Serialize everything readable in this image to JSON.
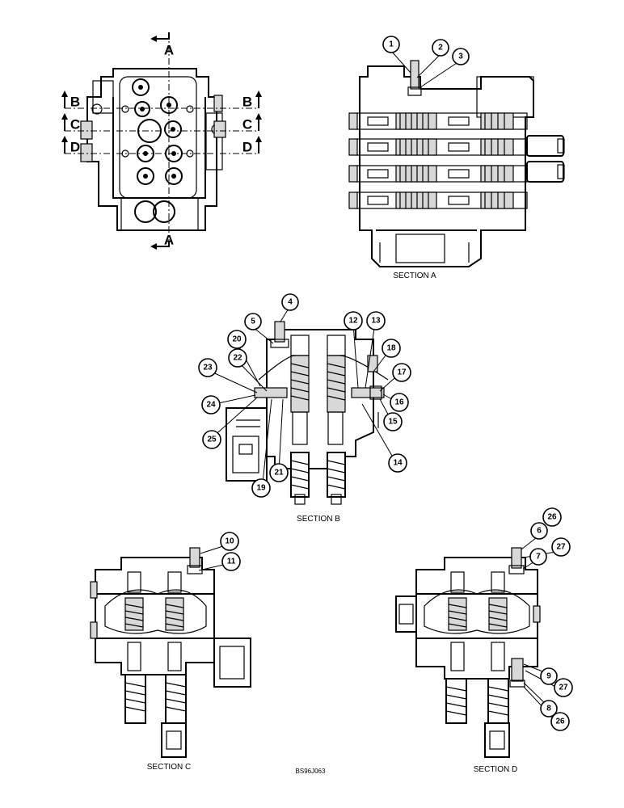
{
  "captions": {
    "section_a": "SECTION A",
    "section_b": "SECTION B",
    "section_c": "SECTION C",
    "section_d": "SECTION D",
    "drawing_ref": "BS96J063"
  },
  "section_marks": {
    "a": "A",
    "b": "B",
    "c": "C",
    "d": "D"
  },
  "callouts": {
    "c1": "1",
    "c2": "2",
    "c3": "3",
    "c4": "4",
    "c5": "5",
    "c6": "6",
    "c7": "7",
    "c8": "8",
    "c9": "9",
    "c10": "10",
    "c11": "11",
    "c12": "12",
    "c13": "13",
    "c14": "14",
    "c15": "15",
    "c16": "16",
    "c17": "17",
    "c18": "18",
    "c19": "19",
    "c20": "20",
    "c21": "21",
    "c22": "22",
    "c23": "23",
    "c24": "24",
    "c25": "25",
    "c26a": "26",
    "c26b": "26",
    "c27a": "27",
    "c27b": "27"
  }
}
